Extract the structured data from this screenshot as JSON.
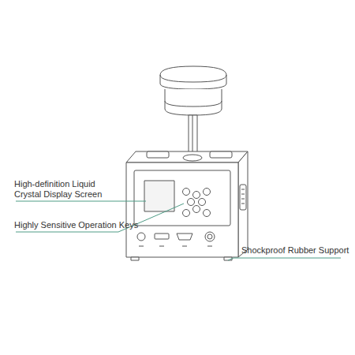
{
  "diagram": {
    "labels": [
      "High-definition Liquid Crystal Display Screen",
      "Highly Sensitive Operation Keys",
      "Shockproof Rubber Support"
    ]
  }
}
